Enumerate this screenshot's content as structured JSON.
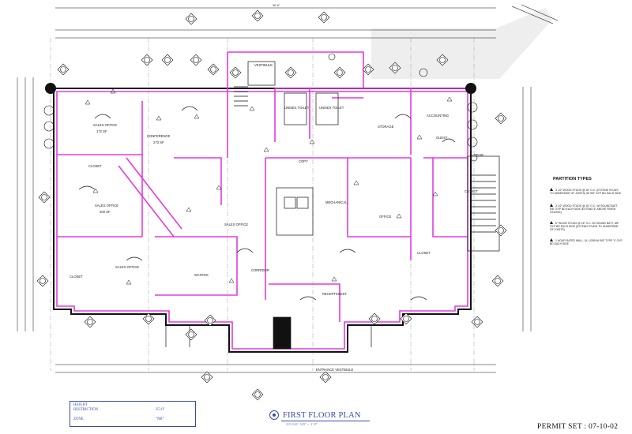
{
  "colors": {
    "wall": "#e23be0",
    "ink": "#111111",
    "accent": "#3a4aa8"
  },
  "plan": {
    "title": "FIRST FLOOR PLAN",
    "scale": "SCALE: 1/8\" = 1'-0\"",
    "permit": "PERMIT SET : 07-10-02"
  },
  "info_box": {
    "height_label_1": "HEIGHT",
    "height_label_2": "RESTRICTION",
    "height_value": "35'-0\"",
    "zone_label": "ZONE",
    "zone_value": "\"NB\""
  },
  "partition_types": {
    "title": "PARTITION TYPES",
    "items": [
      "3 1/2\" WOOD STUDS @ 16\" O.C. (EXTEND STUDS TO UNDERSIDE OF JOISTS) W/ 5/8\" GYP BD EACH SIDE",
      "3 1/2\" WOOD STUDS @ 16\" O.C. W/ SOUND BATT, 5/8\" GYP BD EACH SIDE (EXTEND 6\" ABOVE FINISH CEILING)",
      "6\" WOOD STUDS @ 16\" O.C. W/ SOUND BATT, 5/8\" GYP BD EACH SIDE (EXTEND STUDS TO UNDERSIDE OF JOISTS)",
      "1 HOUR RATED WALL, UL-U305 W/ 5/8\" TYPE 'X' GYP BD EACH SIDE"
    ]
  },
  "rooms": {
    "sales_office_1": "SALES OFFICE",
    "sales_office_1_area": "172 SF",
    "conference": "CONFERENCE",
    "conference_area": "273 SF",
    "closet_1": "CLOSET",
    "sales_office_2": "SALES OFFICE",
    "sales_office_2_area": "200 SF",
    "sales_office_3": "SALES OFFICE",
    "closet_2": "CLOSET",
    "waiting": "WAITING",
    "corridor": "CORRIDOR",
    "vestibule": "VESTIBULE",
    "unisex_1": "UNISEX TOILET",
    "unisex_2": "UNISEX TOILET",
    "storage": "STORAGE",
    "accounting": "ACCOUNTING",
    "guest": "GUEST",
    "stair": "STAIR",
    "copy": "COPY",
    "mechanical": "MECHANICAL",
    "office": "OFFICE",
    "closet_3": "CLOSET",
    "closet_4": "CLOSET",
    "reception": "RECEPTIONIST",
    "entrance": "ENTRANCE VESTIBULE",
    "sales_office_4": "SALES OFFICE"
  },
  "overall_dim": "96'-8\""
}
